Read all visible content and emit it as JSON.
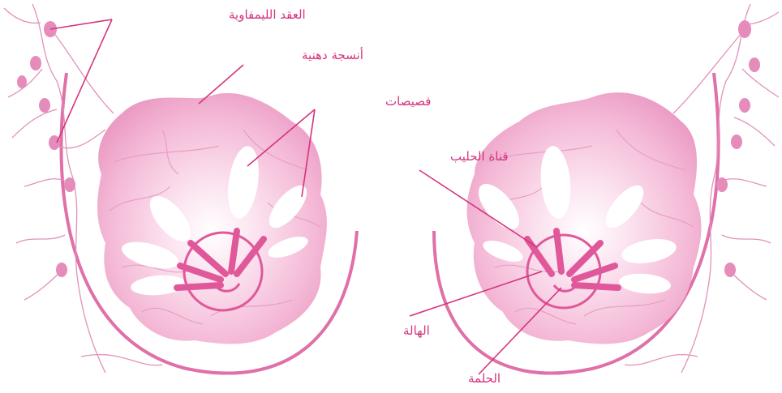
{
  "labels": {
    "lymph_nodes": "العقد الليمفاوية",
    "fatty_tissue": "أنسجة دهنية",
    "lobules": "فصيصات",
    "milk_duct": "قناة الحليب",
    "areola": "الهالة",
    "nipple": "الحلمة"
  },
  "colors": {
    "label_text": "#d6337f",
    "leader_line": "#d6337f",
    "tissue_outer": "#efa6c9",
    "tissue_inner": "#fbe3ef",
    "duct": "#e0589a",
    "node": "#e58cba",
    "vessel": "#e291bb",
    "contour": "#e070a8"
  }
}
